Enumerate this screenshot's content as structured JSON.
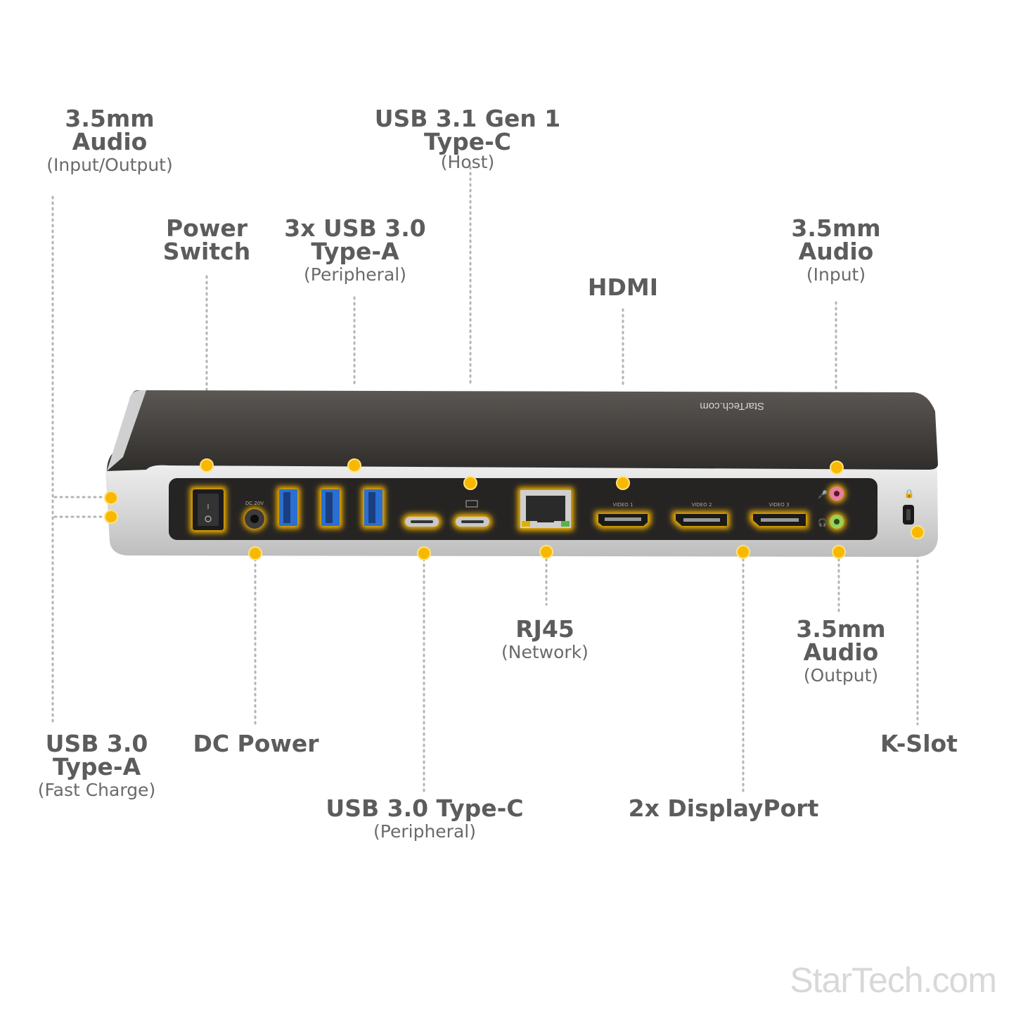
{
  "labels": {
    "audio_io": {
      "l1": "3.5mm",
      "l2": "Audio",
      "sub": "(Input/Output)"
    },
    "power_switch": {
      "l1": "Power",
      "l2": "Switch"
    },
    "usb30_typea_3x": {
      "l1": "3x USB 3.0",
      "l2": "Type-A",
      "sub": "(Peripheral)"
    },
    "usb31_gen1": {
      "l1": "USB 3.1 Gen 1",
      "l2": "Type-C",
      "inline_sub": "(Host)"
    },
    "hdmi": {
      "l1": "HDMI"
    },
    "audio_input": {
      "l1": "3.5mm",
      "l2": "Audio",
      "sub": "(Input)"
    },
    "usb30_fastcharge": {
      "l1": "USB 3.0",
      "l2": "Type-A",
      "sub": "(Fast Charge)"
    },
    "dc_power": {
      "l1": "DC Power"
    },
    "usb30_typec": {
      "l1": "USB 3.0 Type-C",
      "sub": "(Peripheral)"
    },
    "rj45": {
      "l1": "RJ45",
      "sub": "(Network)"
    },
    "audio_output": {
      "l1": "3.5mm",
      "l2": "Audio",
      "sub": "(Output)"
    },
    "displayport": {
      "l1": "2x DisplayPort"
    },
    "kslot": {
      "l1": "K-Slot"
    }
  },
  "device": {
    "brand_logo": "StarTech.com",
    "port_labels": {
      "dc": "DC 20V",
      "video1": "VIDEO 1",
      "video2": "VIDEO 2",
      "video3": "VIDEO 3"
    }
  },
  "watermark": "StarTech.com",
  "colors": {
    "highlight": "#f6b400",
    "glow": "#ffcf3a",
    "usb_blue": "#2a6fd1",
    "body_dark": "#3a3836"
  }
}
